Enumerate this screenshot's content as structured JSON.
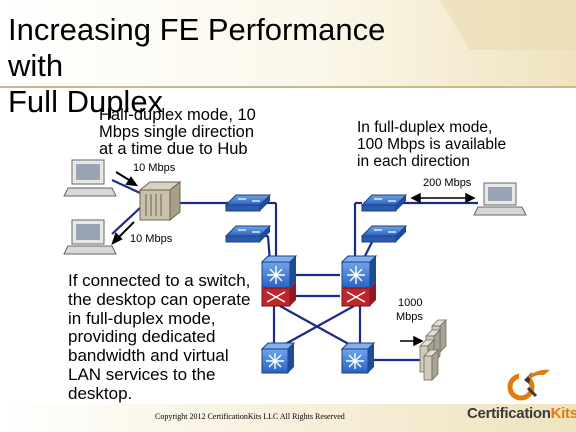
{
  "slide": {
    "title_lines": [
      "Increasing FE Performance with",
      "Full Duplex"
    ]
  },
  "annotations": {
    "half_duplex_lines": [
      "Half-duplex mode, 10",
      "Mbps single direction",
      "at a time due to Hub"
    ],
    "full_duplex_lines": [
      "In full-duplex mode,",
      "100 Mbps is available",
      "in each direction"
    ],
    "switch_note_lines": [
      "If connected to a switch,",
      "the desktop can operate",
      "in full-duplex mode,",
      "providing dedicated",
      "bandwidth and virtual",
      "LAN services to the",
      "desktop."
    ]
  },
  "labels": {
    "hub_top": "10 Mbps",
    "hub_bottom": "10 Mbps",
    "fd_link": "200 Mbps",
    "server_line1": "1000",
    "server_line2": "Mbps"
  },
  "footer": {
    "copyright": "Copyright 2012 CertificationKits LLC  All Rights Reserved",
    "brand_main": "Certification",
    "brand_accent": "Kits"
  },
  "colors": {
    "link": "#1d2a8a",
    "switch_blue": "#2f6fd0",
    "router_red": "#c0272d",
    "title_band": "#f1e7c8"
  }
}
